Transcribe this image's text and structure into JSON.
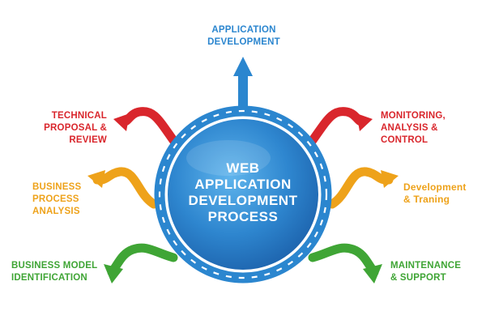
{
  "center": {
    "lines": [
      "WEB",
      "APPLICATION",
      "DEVELOPMENT",
      "PROCESS"
    ]
  },
  "labels": {
    "application_development": [
      "APPLICATION",
      "DEVELOPMENT"
    ],
    "technical_proposal": [
      "TECHNICAL",
      "PROPOSAL &",
      "REVIEW"
    ],
    "monitoring": [
      "MONITORING,",
      "ANALYSIS &",
      "CONTROL"
    ],
    "business_process": [
      "BUSINESS",
      "PROCESS",
      "ANALYSIS"
    ],
    "development_training": [
      "Development",
      "& Traning"
    ],
    "business_model": [
      "BUSINESS MODEL",
      "IDENTIFICATION"
    ],
    "maintenance": [
      "MAINTENANCE",
      "& SUPPORT"
    ]
  },
  "colors": {
    "blue": "#2b86cf",
    "dark_blue": "#1f5fa8",
    "red": "#d9262c",
    "orange": "#eea21a",
    "green": "#3fa535"
  }
}
